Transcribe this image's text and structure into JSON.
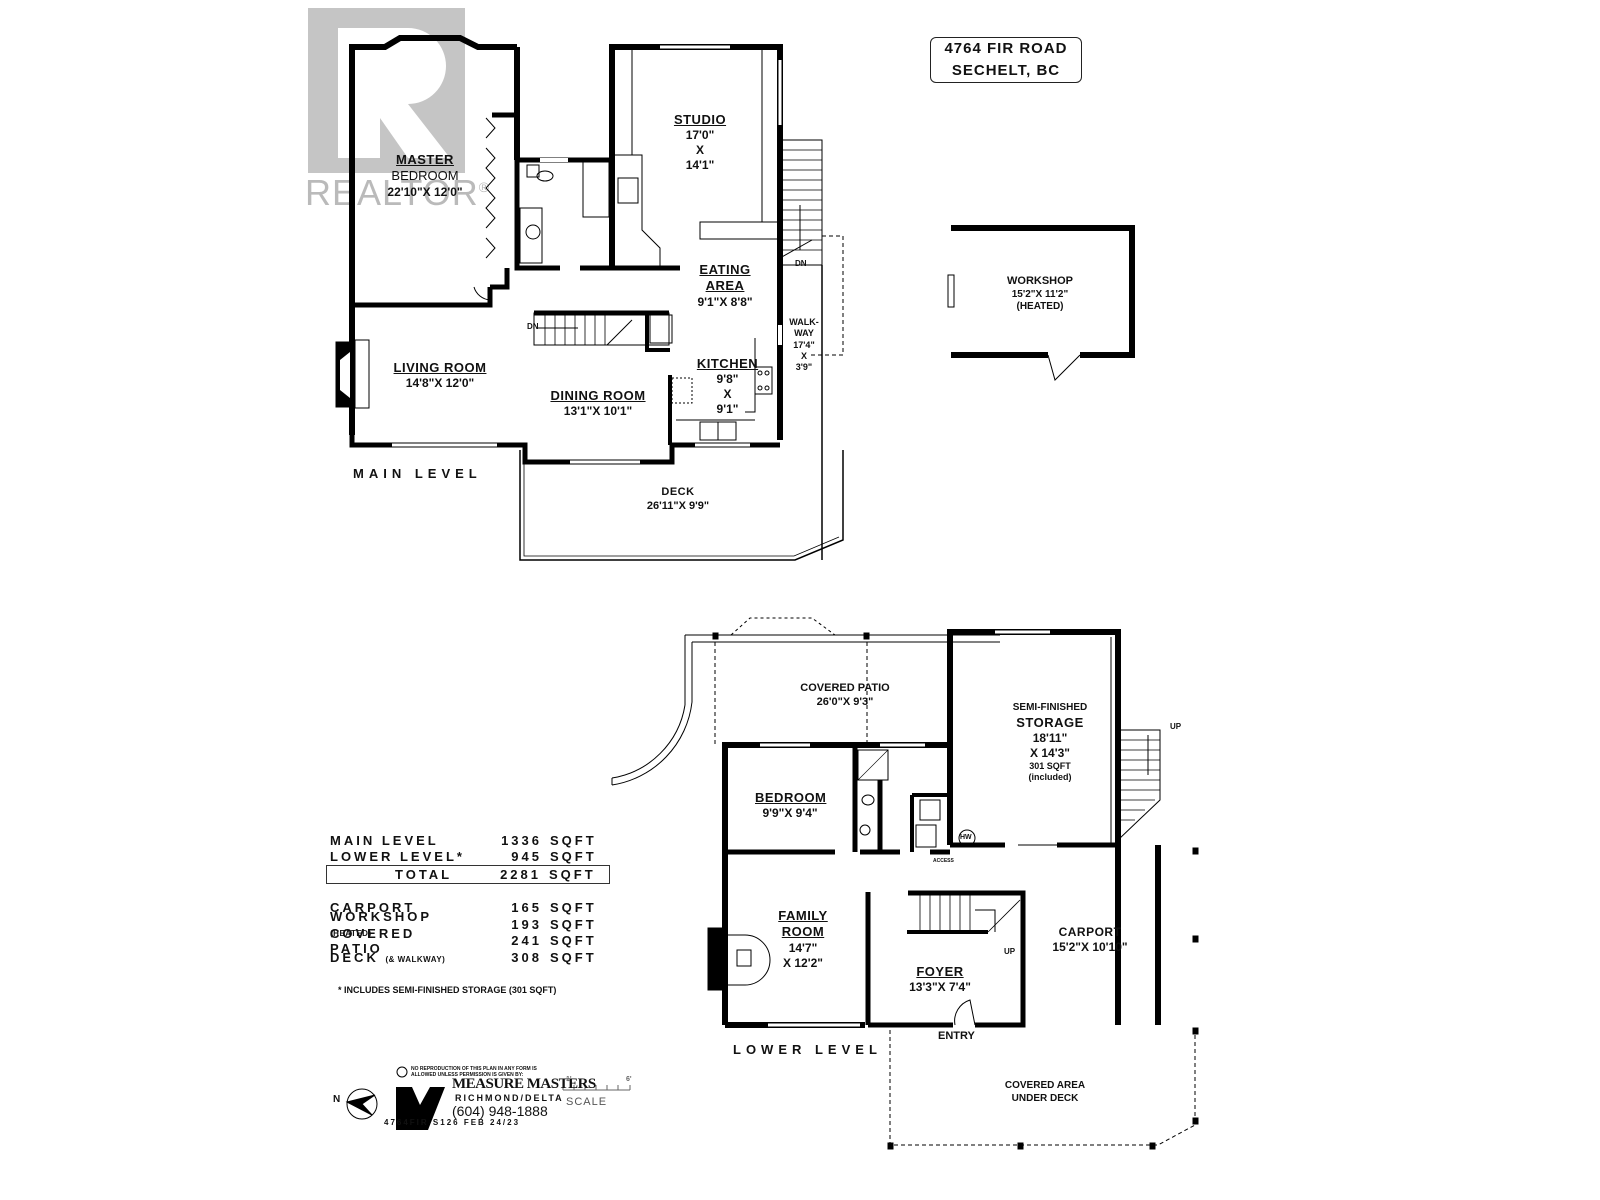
{
  "address": {
    "line1": "4764 FIR ROAD",
    "line2": "SECHELT, BC"
  },
  "watermark": {
    "brand": "REALTOR",
    "mark": "®"
  },
  "main_level": {
    "title": "MAIN LEVEL",
    "rooms": [
      {
        "name": "MASTER",
        "name2": "BEDROOM",
        "dims": "22'10\"X  12'0\""
      },
      {
        "name": "STUDIO",
        "dim1": "17'0\"",
        "x": "X",
        "dim2": "14'1\""
      },
      {
        "name": "EATING",
        "name2": "AREA",
        "dims": "9'1\"X  8'8\""
      },
      {
        "name": "LIVING ROOM",
        "dims": "14'8\"X  12'0\""
      },
      {
        "name": "DINING ROOM",
        "dims": "13'1\"X  10'1\""
      },
      {
        "name": "KITCHEN",
        "dim1": "9'8\"",
        "x": "X",
        "dim2": "9'1\""
      },
      {
        "name": "WALK-",
        "name2": "WAY",
        "dim1": "17'4\"",
        "x": "X",
        "dim2": "3'9\""
      },
      {
        "name": "DECK",
        "dims": "26'11\"X  9'9\""
      }
    ],
    "stair_labels": {
      "dn1": "DN",
      "dn2": "DN"
    }
  },
  "workshop": {
    "name": "WORKSHOP",
    "dims": "15'2\"X  11'2\"",
    "note": "(HEATED)"
  },
  "lower_level": {
    "title": "LOWER LEVEL",
    "rooms": [
      {
        "name": "COVERED PATIO",
        "dims": "26'0\"X  9'3\""
      },
      {
        "name": "SEMI-FINISHED",
        "name2": "STORAGE",
        "dim1": "18'11\"",
        "dim2": "X  14'3\"",
        "sqft": "301 SQFT",
        "note": "(included)"
      },
      {
        "name": "BEDROOM",
        "dims": "9'9\"X  9'4\""
      },
      {
        "name": "FAMILY",
        "name2": "ROOM",
        "dim1": "14'7\"",
        "dim2": "X  12'2\""
      },
      {
        "name": "FOYER",
        "dims": "13'3\"X  7'4\""
      },
      {
        "name": "CARPORT",
        "dims": "15'2\"X  10'10\""
      },
      {
        "name": "COVERED AREA",
        "name2": "UNDER DECK"
      }
    ],
    "labels": {
      "entry": "ENTRY",
      "access": "ACCESS",
      "hw": "HW",
      "up1": "UP",
      "up2": "UP"
    }
  },
  "area_summary": {
    "rows": [
      {
        "label": "MAIN LEVEL",
        "value": "1336",
        "unit": "SQFT"
      },
      {
        "label": "LOWER LEVEL*",
        "value": "945",
        "unit": "SQFT"
      },
      {
        "label": "TOTAL",
        "value": "2281",
        "unit": "SQFT"
      },
      {
        "label": "CARPORT",
        "value": "165",
        "unit": "SQFT"
      },
      {
        "label": "WORKSHOP",
        "sub": "(HEATED)",
        "value": "193",
        "unit": "SQFT"
      },
      {
        "label": "COVERED PATIO",
        "value": "241",
        "unit": "SQFT"
      },
      {
        "label": "DECK",
        "sub": "(& WALKWAY)",
        "value": "308",
        "unit": "SQFT"
      }
    ],
    "footnote": "* INCLUDES SEMI-FINISHED STORAGE (301 SQFT)"
  },
  "footer": {
    "copyright": "NO REPRODUCTION OF THIS PLAN IN ANY FORM IS ALLOWED UNLESS PERMISSION IS GIVEN BY:",
    "company": "MEASURE MASTERS",
    "location": "RICHMOND/DELTA",
    "phone": "(604) 948-1888",
    "code": "4764FIR   S126   FEB 24/23",
    "north": "N",
    "scale_label": "SCALE",
    "scale_start": "1'",
    "scale_end": "6'"
  }
}
